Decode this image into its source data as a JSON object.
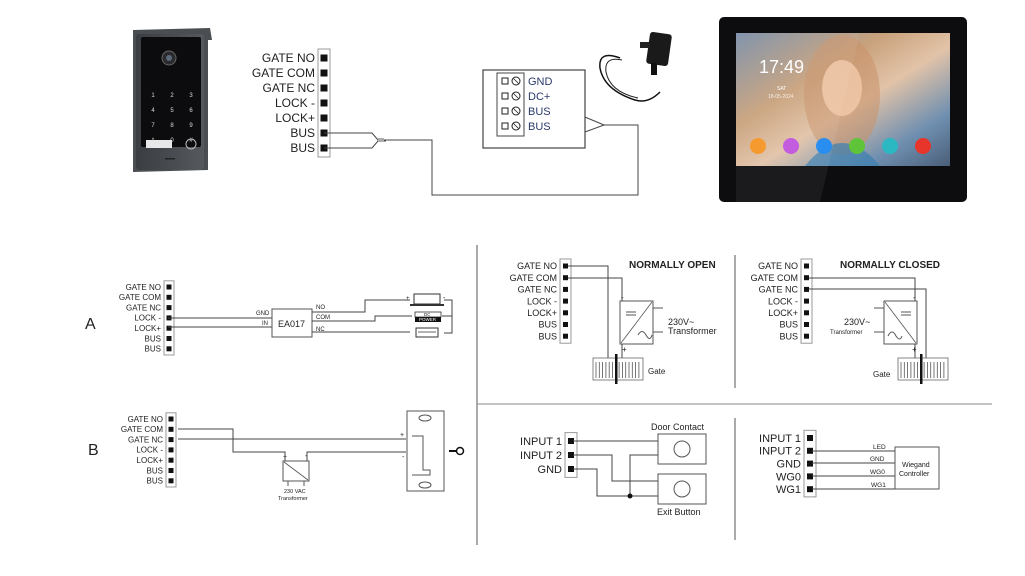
{
  "top": {
    "doorstation": {
      "keypad": [
        "1",
        "2",
        "3",
        "4",
        "5",
        "6",
        "7",
        "8",
        "9",
        "*",
        "0",
        "#"
      ]
    },
    "terminal": [
      "GATE NO",
      "GATE COM",
      "GATE NC",
      "LOCK -",
      "LOCK+",
      "BUS",
      "BUS"
    ],
    "monitor_terminal": [
      "GND",
      "DC+",
      "BUS",
      "BUS"
    ],
    "monitor": {
      "time": "17:49",
      "day": "SAT",
      "date": "18-05-2024",
      "apps": [
        {
          "name": "main-menu",
          "color": "#f59a2e"
        },
        {
          "name": "video",
          "color": "#c45ce0"
        },
        {
          "name": "monitor",
          "color": "#2a8ef0"
        },
        {
          "name": "call",
          "color": "#5fc43a"
        },
        {
          "name": "camera",
          "color": "#2bb8c2"
        },
        {
          "name": "settings",
          "color": "#e8352c"
        }
      ]
    }
  },
  "panel_a": {
    "letter": "A",
    "terminal": [
      "GATE NO",
      "GATE COM",
      "GATE NC",
      "LOCK -",
      "LOCK+",
      "BUS",
      "BUS"
    ],
    "module": "EA017",
    "inputs": [
      "GND",
      "IN"
    ],
    "outputs": [
      "NO",
      "COM",
      "NC"
    ],
    "dc_label": "DC",
    "power_label": "POWER",
    "plus": "+",
    "minus": "-"
  },
  "panel_b": {
    "letter": "B",
    "terminal": [
      "GATE NO",
      "GATE COM",
      "GATE NC",
      "LOCK -",
      "LOCK+",
      "BUS",
      "BUS"
    ],
    "transformer": [
      "230 VAC",
      "Transformer"
    ],
    "plus": "+",
    "minus": "-"
  },
  "normally_open": {
    "title": "NORMALLY OPEN",
    "terminal": [
      "GATE NO",
      "GATE COM",
      "GATE NC",
      "LOCK -",
      "LOCK+",
      "BUS",
      "BUS"
    ],
    "transformer": [
      "230V~",
      "Transformer"
    ],
    "gate": "Gate",
    "minus": "-",
    "plus": "+"
  },
  "normally_closed": {
    "title": "NORMALLY CLOSED",
    "terminal": [
      "GATE NO",
      "GATE COM",
      "GATE NC",
      "LOCK -",
      "LOCK+",
      "BUS",
      "BUS"
    ],
    "transformer": [
      "230V~",
      "Transformer"
    ],
    "gate": "Gate",
    "minus": "-",
    "plus": "+"
  },
  "inputs_panel": {
    "terminal": [
      "INPUT 1",
      "INPUT 2",
      "GND"
    ],
    "door_contact": "Door Contact",
    "exit_button": "Exit Button"
  },
  "wiegand_panel": {
    "terminal": [
      "INPUT 1",
      "INPUT 2",
      "GND",
      "WG0",
      "WG1"
    ],
    "wires": [
      "LED",
      "GND",
      "WG0",
      "WG1"
    ],
    "controller": [
      "Wiegand",
      "Controller"
    ]
  }
}
